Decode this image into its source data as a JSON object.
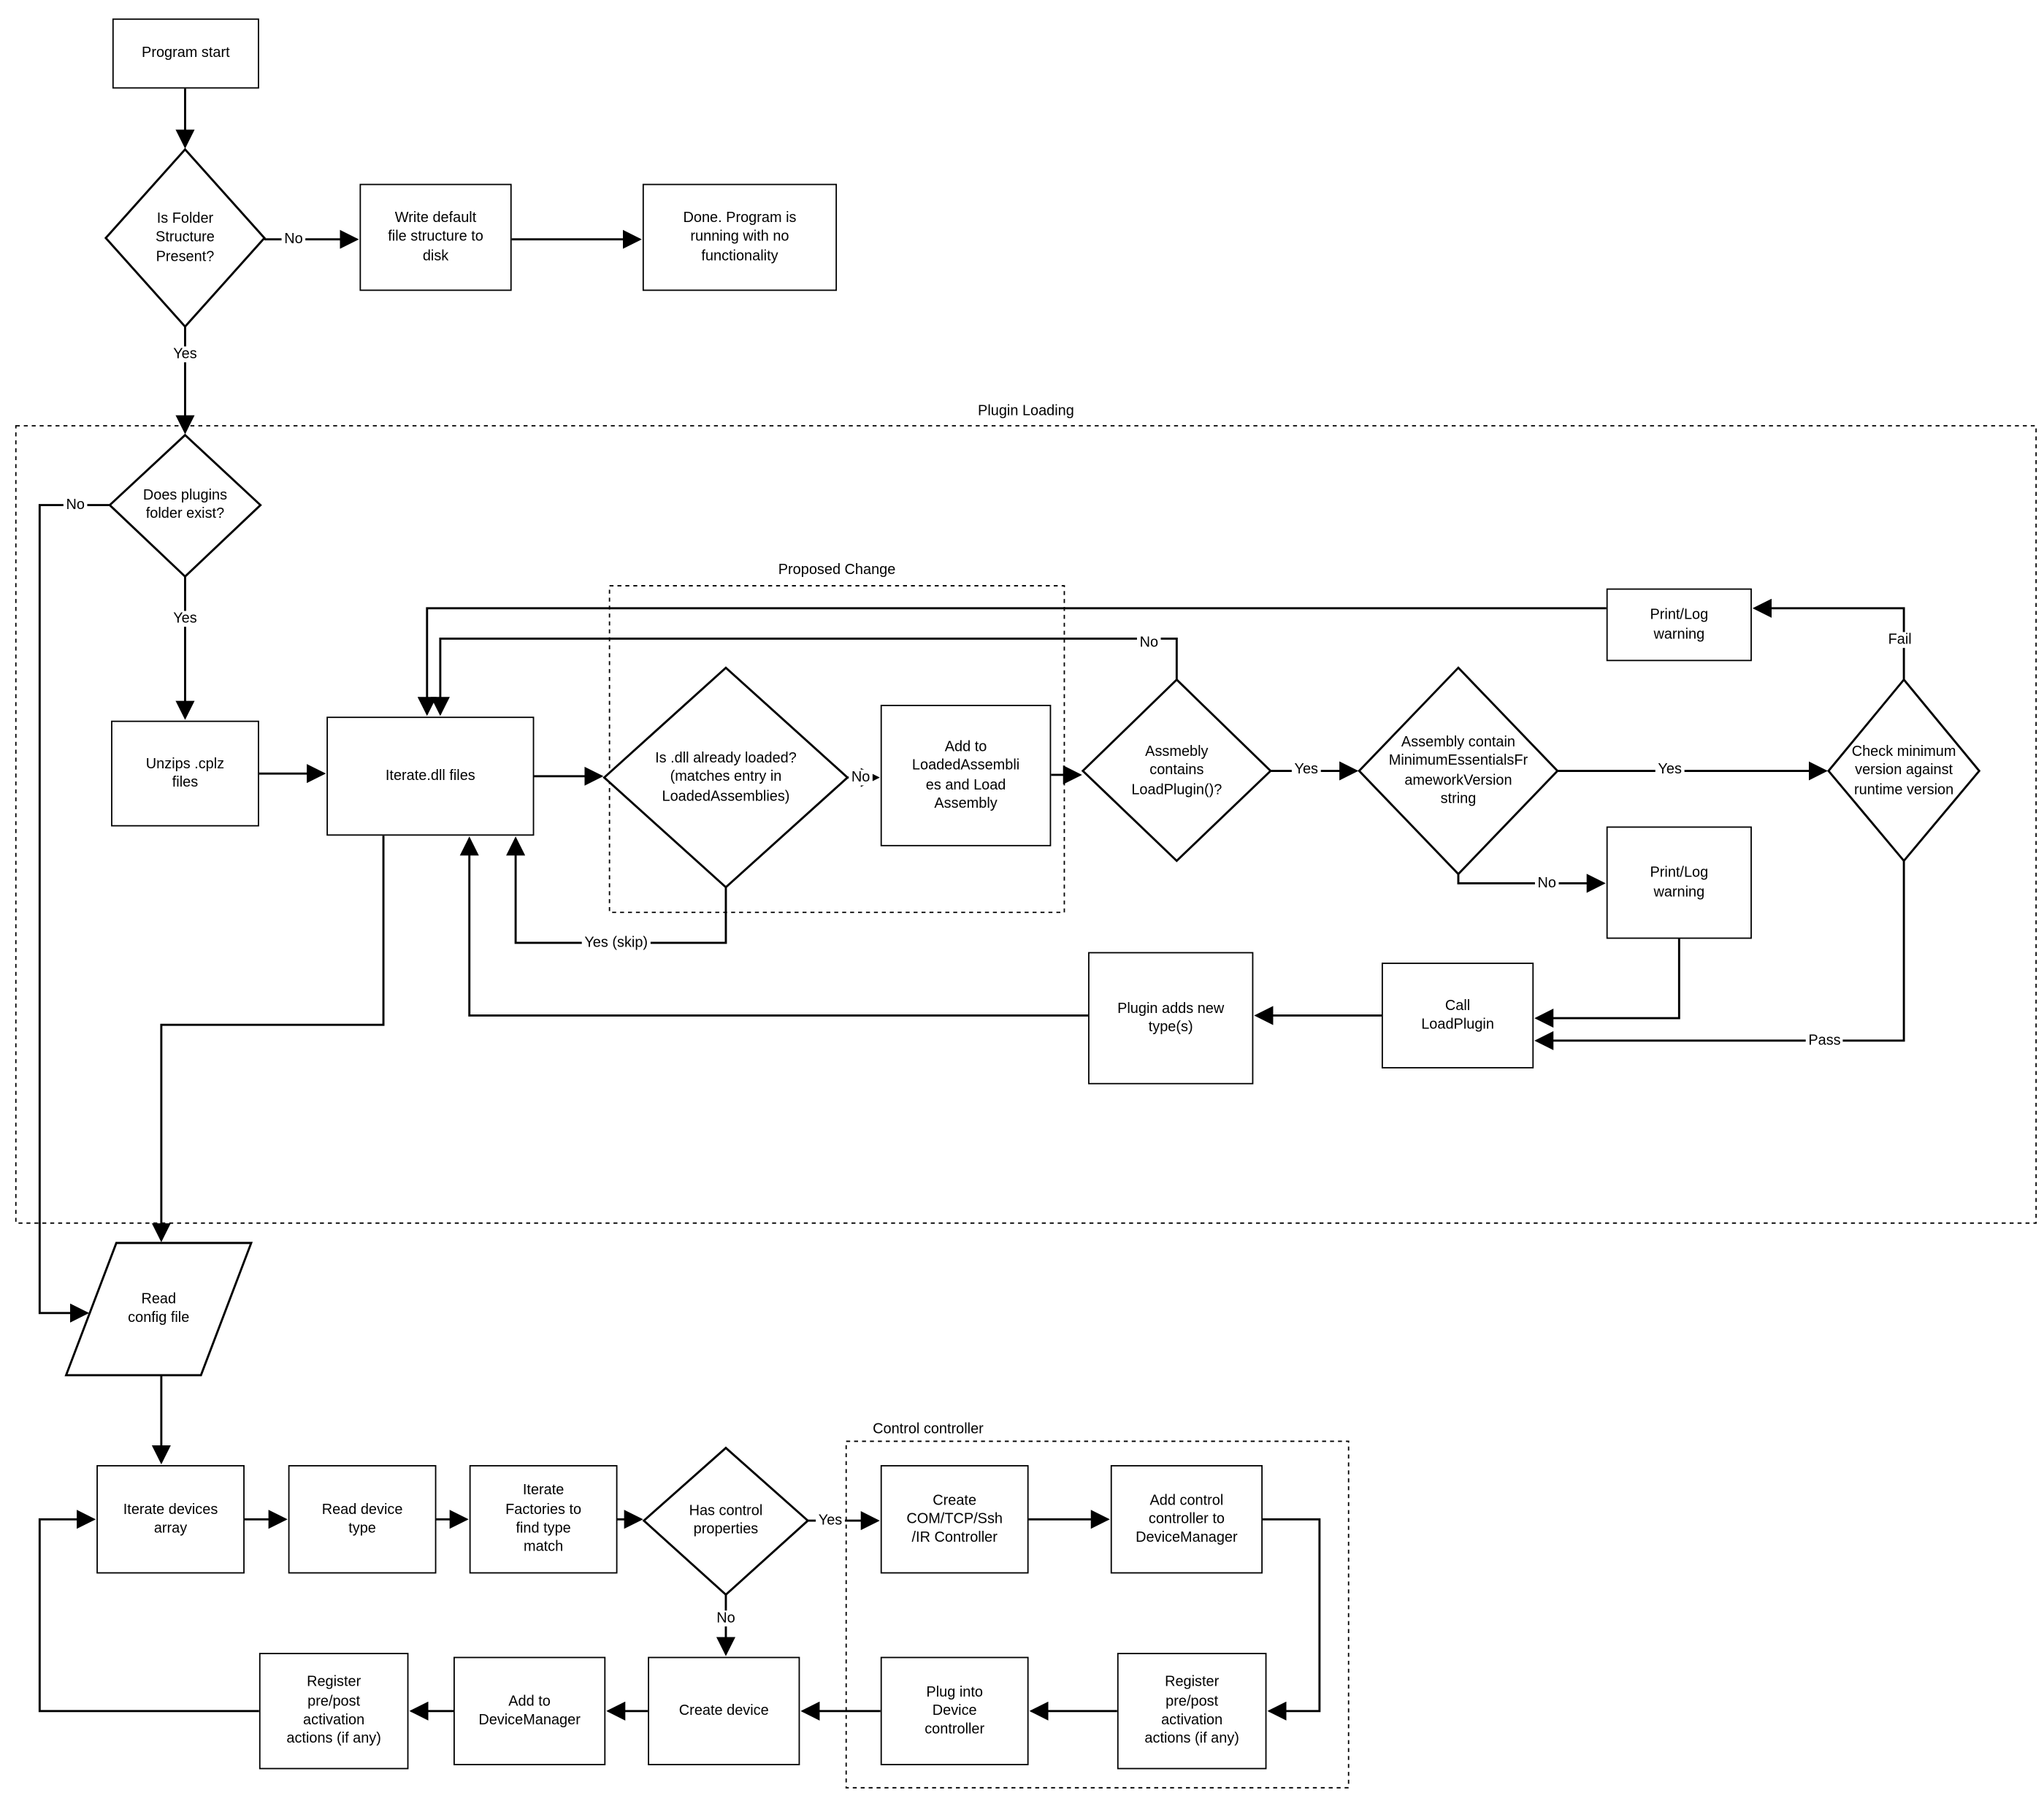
{
  "page": {
    "canvas_bg": "#ffffff",
    "stroke_color": "#000000"
  },
  "containers": {
    "plugin_loading": "Plugin Loading",
    "proposed_change": "Proposed Change",
    "control_controller": "Control controller"
  },
  "nodes": {
    "program_start": "Program start",
    "is_folder_structure": "Is Folder\nStructure\nPresent?",
    "write_default": "Write default\nfile structure to\ndisk",
    "done_no_functionality": "Done.  Program is\nrunning with no\nfunctionality",
    "does_plugins_folder_exist": "Does plugins\nfolder exist?",
    "unzips_cplz": "Unzips .cplz\nfiles",
    "iterate_dll": "Iterate.dll files",
    "is_dll_loaded": "Is .dll already loaded?\n(matches entry in\nLoadedAssemblies)",
    "add_to_loaded": "Add to\nLoadedAssembli\nes and Load\nAssembly",
    "assembly_contains_loadplugin": "Assmebly\ncontains\nLoadPlugin()?",
    "assembly_contains_minver": "Assembly contain\nMinimumEssentialsFr\nameworkVersion\nstring",
    "check_min_version": "Check minimum\nversion against\nruntime version",
    "print_log_warning_top": "Print/Log\nwarning",
    "print_log_warning_bottom": "Print/Log\nwarning",
    "call_loadplugin": "Call\nLoadPlugin",
    "plugin_adds_types": "Plugin adds new\ntype(s)",
    "read_config": "Read\nconfig file",
    "iterate_devices": "Iterate devices\narray",
    "read_device_type": "Read device\ntype",
    "iterate_factories": "Iterate\nFactories to\nfind type\nmatch",
    "has_control_properties": "Has control\nproperties",
    "create_controller": "Create\nCOM/TCP/Ssh\n/IR Controller",
    "add_control_controller": "Add control\ncontroller to\nDeviceManager",
    "register_activation_right": "Register\npre/post\nactivation\nactions (if any)",
    "plug_into_device": "Plug into\nDevice\ncontroller",
    "create_device": "Create device",
    "add_to_devicemanager": "Add to\nDeviceManager",
    "register_activation_left": "Register\npre/post\nactivation\nactions (if any)"
  },
  "edge_labels": {
    "folder_no": "No",
    "folder_yes": "Yes",
    "plugins_no": "No",
    "plugins_yes": "Yes",
    "dll_loaded_no": "No",
    "dll_loaded_yes_skip": "Yes (skip)",
    "assembly_no": "No",
    "assembly_yes": "Yes",
    "minver_yes": "Yes",
    "minver_no": "No",
    "version_fail": "Fail",
    "version_pass": "Pass",
    "control_yes": "Yes",
    "control_no": "No"
  }
}
